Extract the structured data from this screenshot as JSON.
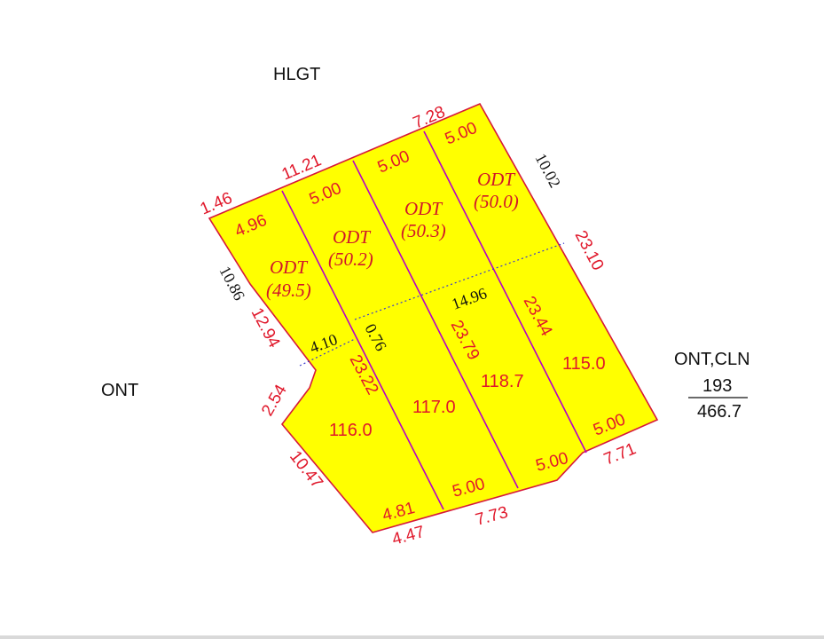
{
  "neighbors": {
    "north": "HLGT",
    "west": "ONT",
    "east": {
      "type": "ONT,CLN",
      "parcel_number": "193",
      "area": "466.7"
    }
  },
  "colors": {
    "fill": "#ffff00",
    "boundary": "#d6183a",
    "division_line": "#b400c8",
    "red_text": "#e0182b",
    "dotted_line": "#3a3ad0"
  },
  "lots": [
    {
      "odt": "ODT",
      "odt_area": "(49.5)",
      "area": "116.0"
    },
    {
      "odt": "ODT",
      "odt_area": "(50.2)",
      "area": "117.0"
    },
    {
      "odt": "ODT",
      "odt_area": "(50.3)",
      "area": "118.7"
    },
    {
      "odt": "ODT",
      "odt_area": "(50.0)",
      "area": "115.0"
    }
  ],
  "dimensions": {
    "top_1_46": "1.46",
    "top_11_21": "11.21",
    "top_7_28": "7.28",
    "lot1_top": "4.96",
    "lot2_top": "5.00",
    "lot3_top": "5.00",
    "lot4_top": "5.00",
    "right_upper": "10.02",
    "right_lower": "23.10",
    "left_upper": "10.86",
    "left_inner": "12.94",
    "left_step": "2.54",
    "left_lower": "10.47",
    "bottom_4_47": "4.47",
    "bottom_7_73": "7.73",
    "bottom_7_71": "7.71",
    "lot1_bottom": "4.81",
    "lot2_bottom": "5.00",
    "lot3_bottom": "5.00",
    "lot4_bottom": "5.00",
    "div_23_22": "23.22",
    "div_23_79": "23.79",
    "div_23_44": "23.44",
    "setback_4_10": "4.10",
    "setback_0_76": "0.76",
    "setback_14_96": "14.96"
  }
}
